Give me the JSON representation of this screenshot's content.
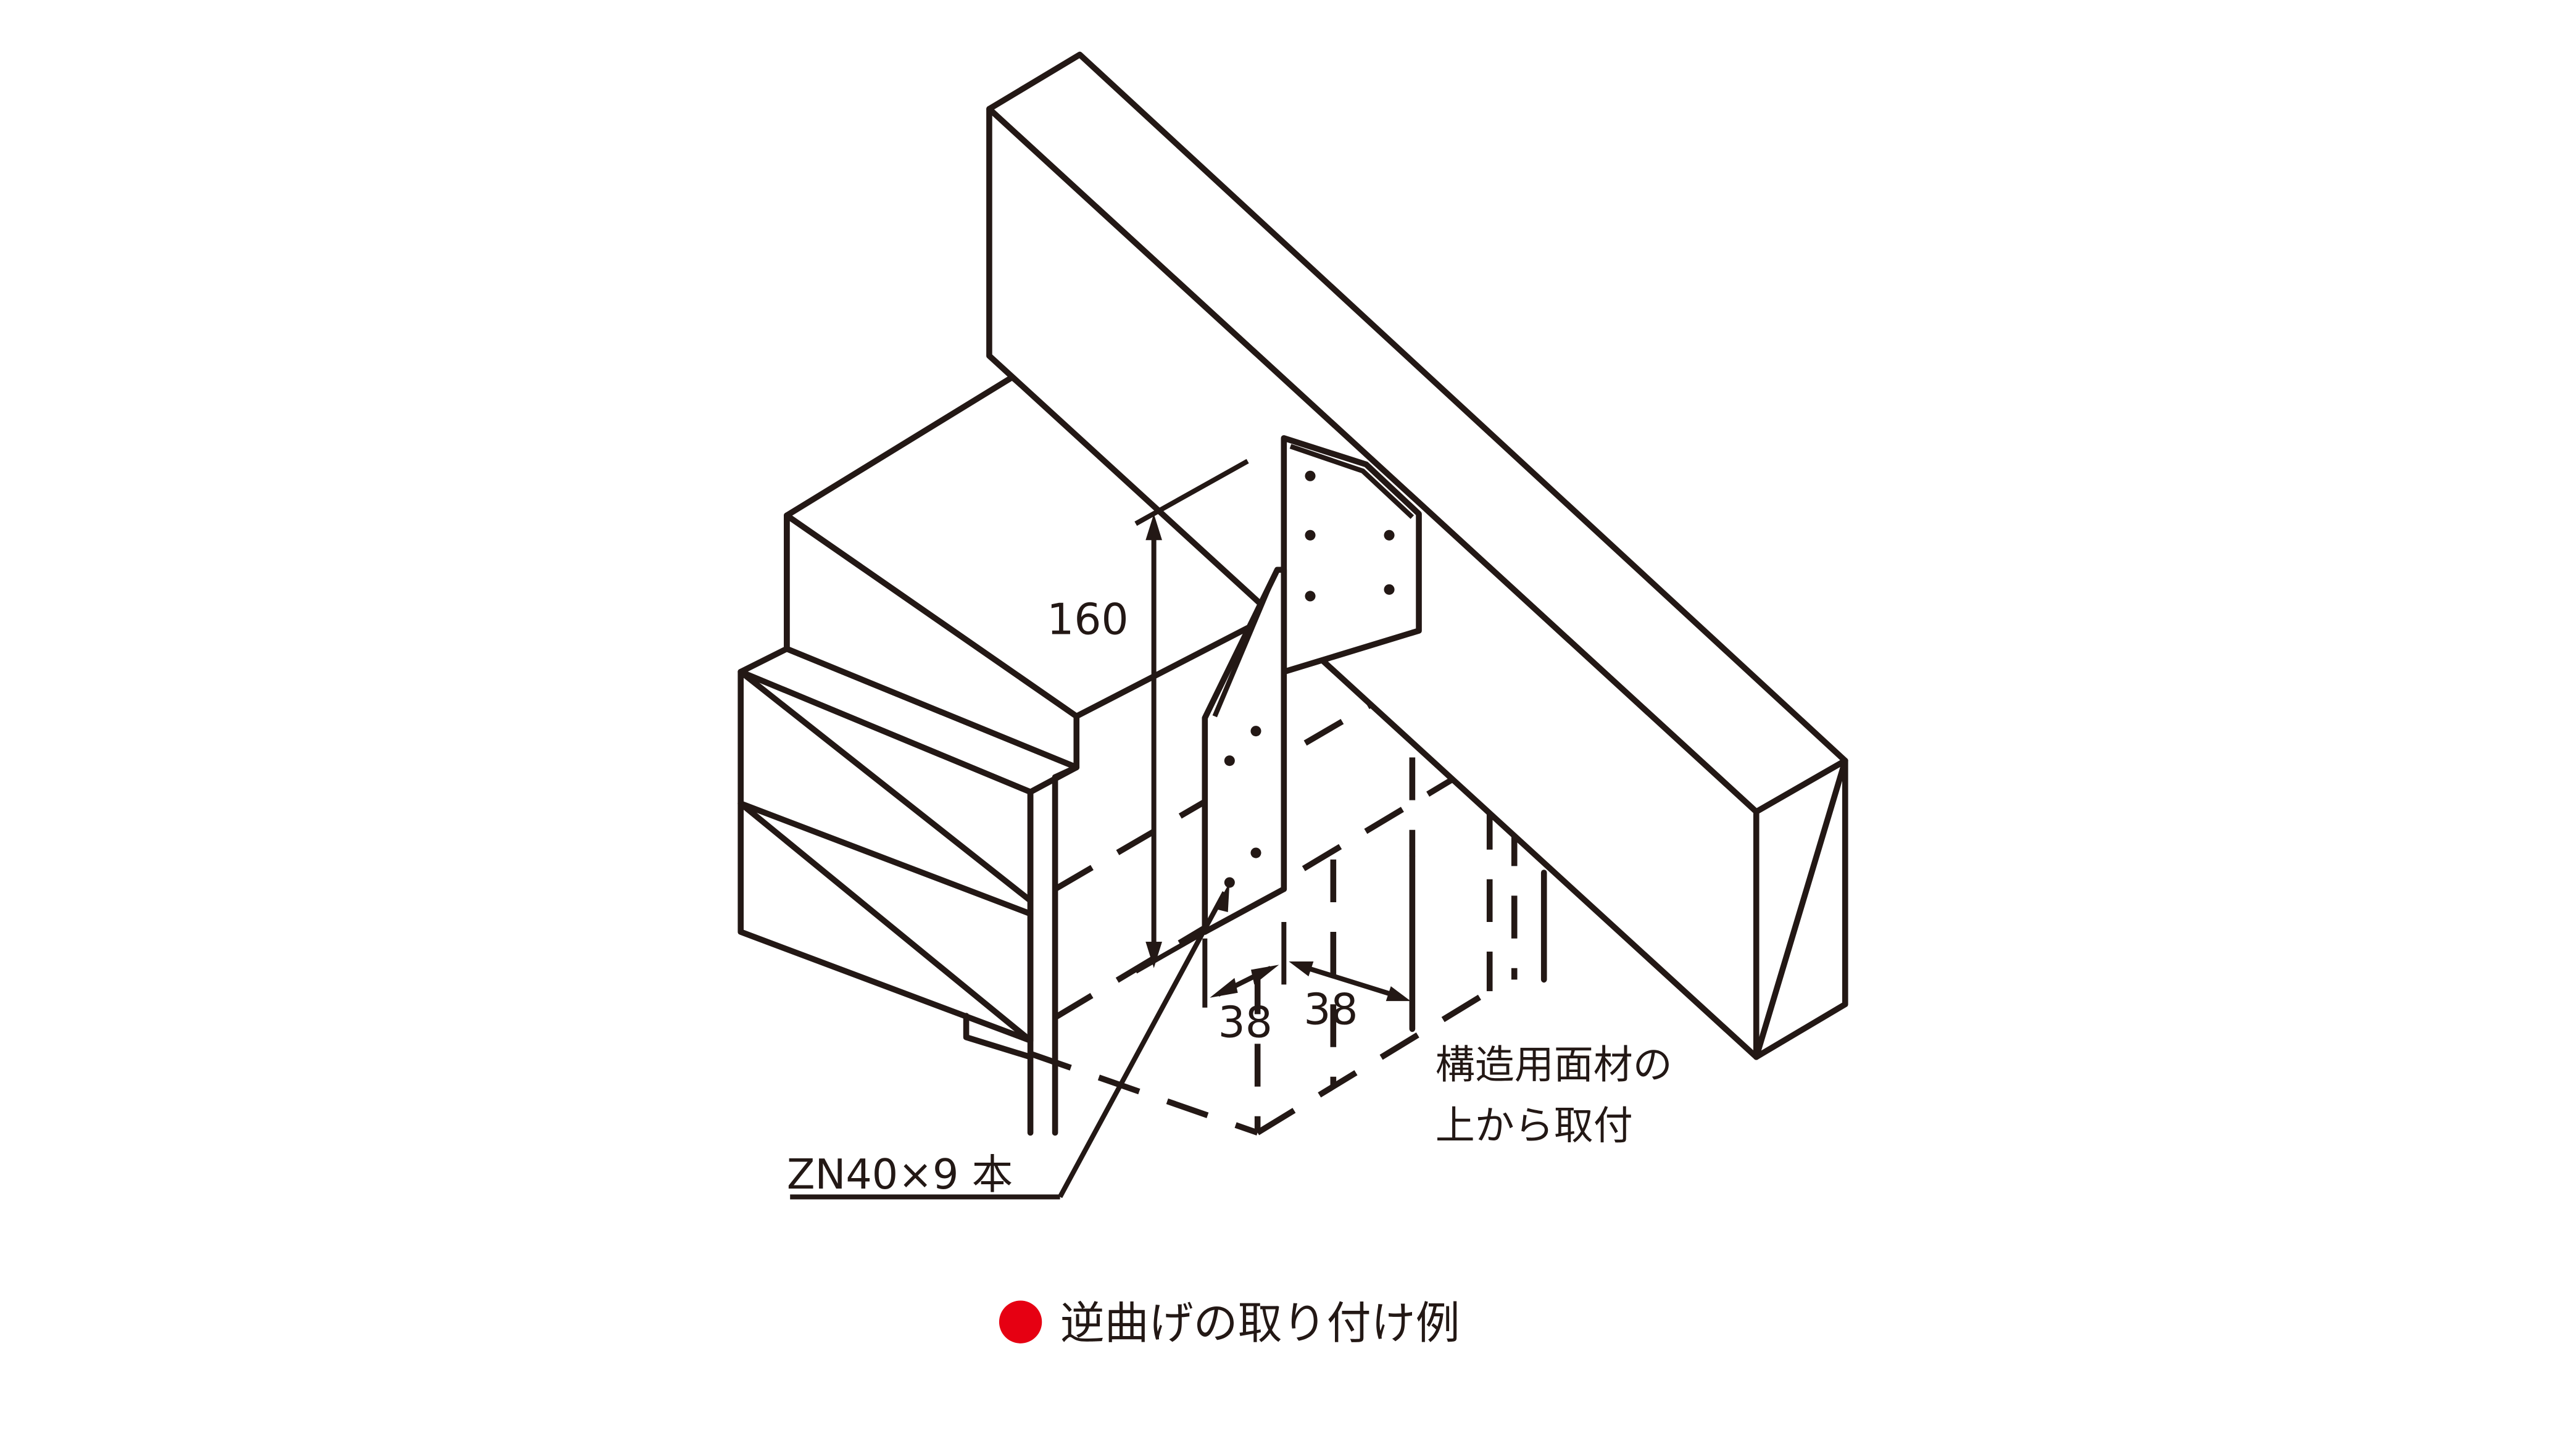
{
  "diagram": {
    "dimensions": {
      "height": "160",
      "width_left": "38",
      "width_right": "38"
    },
    "labels": {
      "fastener": "ZN40×9 本",
      "panel_line1": "構造用面材の",
      "panel_line2": "上から取付"
    },
    "caption": "逆曲げの取り付け例",
    "colors": {
      "line": "#231815",
      "bullet": "#e60012",
      "background": "#ffffff"
    }
  }
}
